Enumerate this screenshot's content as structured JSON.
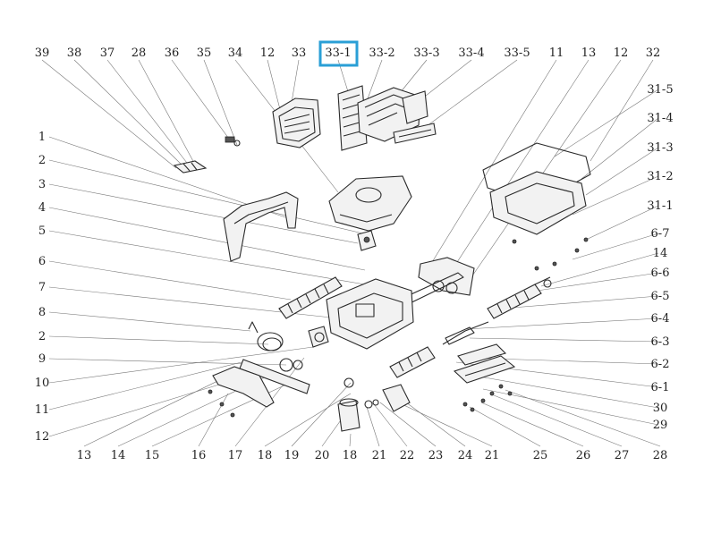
{
  "highlight": {
    "label": "33-1",
    "color": "#2a9fd6"
  },
  "labels": {
    "top": [
      "39",
      "38",
      "37",
      "28",
      "36",
      "35",
      "34",
      "12",
      "33",
      "33-1",
      "33-2",
      "33-3",
      "33-4",
      "33-5",
      "11",
      "13",
      "12",
      "32"
    ],
    "left": [
      "1",
      "2",
      "3",
      "4",
      "5",
      "6",
      "7",
      "8",
      "2",
      "9",
      "10",
      "11",
      "12"
    ],
    "right": [
      "31-5",
      "31-4",
      "31-3",
      "31-2",
      "31-1",
      "6-7",
      "14",
      "6-6",
      "6-5",
      "6-4",
      "6-3",
      "6-2",
      "6-1",
      "30",
      "29"
    ],
    "bottom": [
      "13",
      "14",
      "15",
      "16",
      "17",
      "18",
      "19",
      "20",
      "18",
      "21",
      "22",
      "23",
      "24",
      "21",
      "25",
      "26",
      "27",
      "28"
    ]
  }
}
